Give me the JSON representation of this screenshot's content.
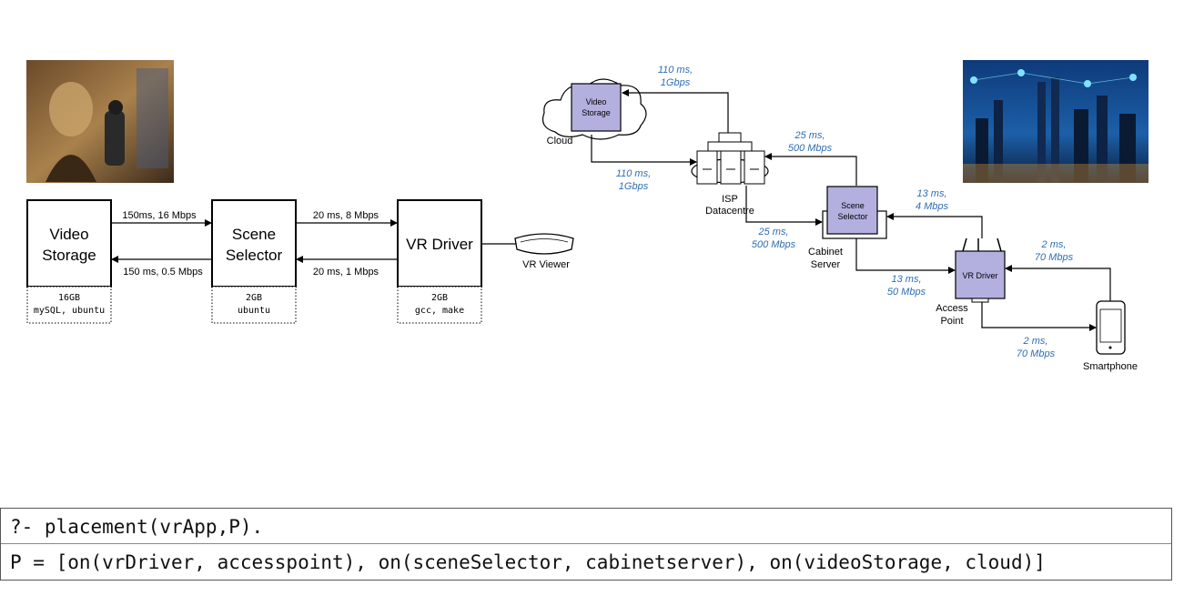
{
  "left_diagram": {
    "nodes": {
      "video_storage": {
        "title": "Video Storage",
        "line1": "Video",
        "line2": "Storage",
        "spec1": "16GB",
        "spec2": "mySQL, ubuntu"
      },
      "scene_selector": {
        "title": "Scene Selector",
        "line1": "Scene",
        "line2": "Selector",
        "spec1": "2GB",
        "spec2": "ubuntu"
      },
      "vr_driver": {
        "title": "VR Driver",
        "line1": "VR Driver",
        "spec1": "2GB",
        "spec2": "gcc, make"
      }
    },
    "links": {
      "vs_to_ss": "150ms, 16 Mbps",
      "ss_to_vs": "150 ms, 0.5 Mbps",
      "ss_to_vr": "20 ms, 8 Mbps",
      "vr_to_ss": "20 ms, 1 Mbps"
    },
    "viewer_label": "VR Viewer"
  },
  "right_diagram": {
    "cloud": {
      "label": "Cloud",
      "box_line1": "Video",
      "box_line2": "Storage"
    },
    "isp": {
      "line1": "ISP",
      "line2": "Datacentre"
    },
    "cabinet": {
      "line1": "Cabinet",
      "line2": "Server",
      "box_line1": "Scene",
      "box_line2": "Selector"
    },
    "access_point": {
      "line1": "Access",
      "line2": "Point",
      "box": "VR Driver"
    },
    "smartphone": {
      "label": "Smartphone"
    },
    "links": {
      "isp_to_cloud": {
        "l1": "110 ms,",
        "l2": "1Gbps"
      },
      "cloud_to_isp": {
        "l1": "110 ms,",
        "l2": "1Gbps"
      },
      "cab_to_isp": {
        "l1": "25 ms,",
        "l2": "500 Mbps"
      },
      "isp_to_cab": {
        "l1": "25 ms,",
        "l2": "500 Mbps"
      },
      "ap_to_cab": {
        "l1": "13 ms,",
        "l2": "4 Mbps"
      },
      "cab_to_ap": {
        "l1": "13 ms,",
        "l2": "50 Mbps"
      },
      "phone_to_ap": {
        "l1": "2 ms,",
        "l2": "70 Mbps"
      },
      "ap_to_phone": {
        "l1": "2 ms,",
        "l2": "70 Mbps"
      }
    },
    "link_color": "#2e6eb5",
    "box_fill": "#b3b0e0"
  },
  "console": {
    "query": "?- placement(vrApp,P).",
    "result": "P = [on(vrDriver, accesspoint), on(sceneSelector, cabinetserver), on(videoStorage, cloud)]"
  }
}
